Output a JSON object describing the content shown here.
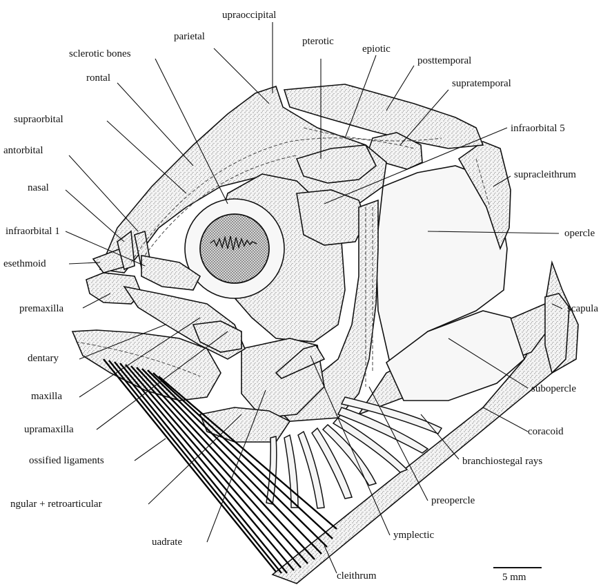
{
  "labels": {
    "supraoccipital": "upraoccipital",
    "parietal": "parietal",
    "pterotic": "pterotic",
    "epiotic": "epiotic",
    "posttemporal": "posttemporal",
    "sclerotic_bones": "sclerotic bones",
    "frontal": "rontal",
    "supratemporal": "supratemporal",
    "supraorbital": "supraorbital",
    "infraorbital_5": "infraorbital 5",
    "antorbital": "antorbital",
    "supracleithrum": "supracleithrum",
    "nasal": "nasal",
    "infraorbital_1": "infraorbital 1",
    "opercle": "opercle",
    "mesethmoid": "esethmoid",
    "premaxilla": "premaxilla",
    "scapula": "scapula",
    "dentary": "dentary",
    "maxilla": "maxilla",
    "subopercle": "subopercle",
    "supramaxilla": "upramaxilla",
    "coracoid": "coracoid",
    "ossified_ligaments": "ossified ligaments",
    "branchiostegal_rays": "branchiostegal rays",
    "angular_retroarticular": "ngular + retroarticular",
    "preopercle": "preopercle",
    "quadrate": "uadrate",
    "symplectic": "ymplectic",
    "cleithrum": "cleithrum"
  },
  "scale_bar": "5 mm"
}
